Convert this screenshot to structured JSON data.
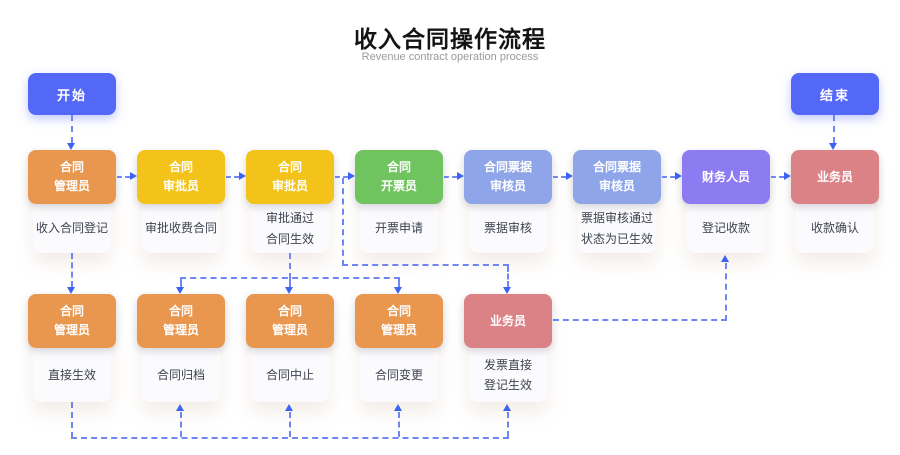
{
  "title": "收入合同操作流程",
  "subtitle": "Revenue contract operation process",
  "palette": {
    "blue": "#5468F7",
    "orange": "#E9964E",
    "yellow": "#F3C319",
    "green": "#70C45F",
    "periwinkle": "#8FA5E9",
    "purple": "#8C7BF1",
    "pink": "#DB8287",
    "line": "#6F85F5",
    "arrow": "#3D63F2",
    "card_body": "#FBFBFD",
    "body_text": "#3D4350",
    "title_text": "#141414",
    "subtitle_text": "#9A9A9A"
  },
  "start_node": {
    "label": "开始"
  },
  "end_node": {
    "label": "结束"
  },
  "row1": {
    "cards": [
      {
        "role": "合同\n管理员",
        "task": "收入合同登记",
        "color": "orange"
      },
      {
        "role": "合同\n审批员",
        "task": "审批收费合同",
        "color": "yellow"
      },
      {
        "role": "合同\n审批员",
        "task": "审批通过\n合同生效",
        "color": "yellow"
      },
      {
        "role": "合同\n开票员",
        "task": "开票申请",
        "color": "green"
      },
      {
        "role": "合同票据\n审核员",
        "task": "票据审核",
        "color": "periwinkle"
      },
      {
        "role": "合同票据\n审核员",
        "task": "票据审核通过\n状态为已生效",
        "color": "periwinkle"
      },
      {
        "role": "财务人员",
        "task": "登记收款",
        "color": "purple"
      },
      {
        "role": "业务员",
        "task": "收款确认",
        "color": "pink"
      }
    ]
  },
  "row2": {
    "cards": [
      {
        "role": "合同\n管理员",
        "task": "直接生效",
        "color": "orange"
      },
      {
        "role": "合同\n管理员",
        "task": "合同归档",
        "color": "orange"
      },
      {
        "role": "合同\n管理员",
        "task": "合同中止",
        "color": "orange"
      },
      {
        "role": "合同\n管理员",
        "task": "合同变更",
        "color": "orange"
      },
      {
        "role": "业务员",
        "task": "发票直接\n登记生效",
        "color": "pink"
      }
    ]
  }
}
